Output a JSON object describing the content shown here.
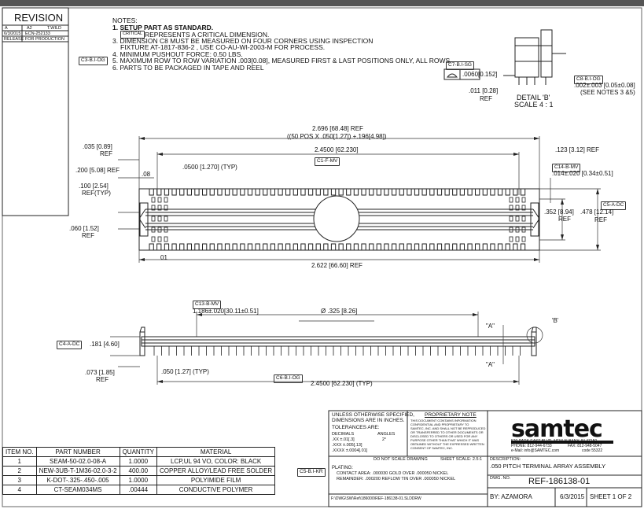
{
  "revision": {
    "title": "REVISION",
    "col_a": "A",
    "col_rev": "A2",
    "col_by": "T.WILD",
    "date": "6/3/2015",
    "ecn": "ECN-252133",
    "desc": "RELEASE FOR PRODUCTION"
  },
  "notes": {
    "title": "NOTES:",
    "items": [
      "1. SETUP PART AS STANDARD.",
      "REPRESENTS A CRITICAL DIMENSION.",
      "3. DIMENSION C8 MUST BE MEASURED ON FOUR CORNERS USING INSPECTION",
      "FIXTURE AT-1817-836-2 , USE CO-AU-WI-2003-M FOR PROCESS.",
      "4. MINIMUM PUSHOUT FORCE: 0.50 LBS.",
      "5. MAXIMUM ROW TO ROW VARIATION .003[0.08], MEASURED FIRST & LAST POSITIONS ONLY, ALL ROWS.",
      "6. PARTS TO BE PACKAGED IN TAPE AND REEL"
    ],
    "crit_tag": "CRITICAL",
    "c3_tag": "C3-B.I-OG"
  },
  "detail": {
    "c7_tag": "C7-B.I-SG",
    "flatness": ".0060[0.152]",
    "dim_011": ".011 [0.28]",
    "ref": "REF",
    "c8_tag": "C8-B.I-OG",
    "c8_dim": ".002±.003 [0.05±0.08]",
    "c8_note": "(SEE NOTES 3 &5)",
    "title": "DETAIL 'B'",
    "scale": "SCALE 4 : 1"
  },
  "top_view": {
    "overall": "2.696 [68.48] REF",
    "pos": "((50 POS X .050[1.27]) +.196[4.98])",
    "row_len": "2.4500 [62.230]",
    "c1_tag": "C1-F-MV",
    "d035": ".035 [0.89]",
    "ref": "REF",
    "d123": ".123 [3.12]  REF",
    "d200": ".200 [5.08] REF",
    "d08": ".08",
    "pitch": ".0500 [1.270]  (TYP)",
    "c14_tag": "C14-B-MV",
    "c14_dim": ".014±.020 [0.34±0.51]",
    "d100": ".100 [2.54]",
    "reftyp": "REF(TYP)",
    "c5_tag": "C5-A-DC",
    "d352": ".352 [8.94]",
    "d478": ".478 [12.14]",
    "d060": ".060 [1.52]",
    "d01": "01",
    "bottom": "2.622 [66.60]  REF"
  },
  "side_view": {
    "c13_tag": "C13-B-MV",
    "d1186": "1.186±.020[30.11±0.51]",
    "dia": "Ø .325 [8.26]",
    "mark_a": "\"A\"",
    "mark_b": "'B'",
    "c4_tag": "C4-A-DC",
    "d181": ".181 [4.60]",
    "d073": ".073 [1.85]",
    "ref": "REF",
    "d050": ".050 [1.27]  (TYP)",
    "c6_tag": "C6-B.I-OG",
    "row_len": "2.4500 [62.230]  (TYP)"
  },
  "tolerance": {
    "l1": "UNLESS OTHERWISE SPECIFIED,",
    "l2": "DIMENSIONS ARE IN INCHES.",
    "l3": "TOLERANCES ARE:",
    "decimals": "DECIMALS",
    "angles": "ANGLES",
    "xx": ".XX ±.01[.3]",
    "xxx": ".XXX ±.005[.13]",
    "xxxx": ".XXXX ±.0004[.01]",
    "ang": "2°"
  },
  "proprietary": {
    "title": "PROPRIETARY NOTE",
    "lines": [
      "THIS DOCUMENT CONTAINS INFORMATION",
      "CONFIDENTIAL AND PROPRIETARY TO",
      "SAMTEC, INC. AND SHALL NOT BE REPRODUCED",
      "OR TRANSFERRED TO OTHER DOCUMENTS OR",
      "DISCLOSED TO OTHERS OR USED FOR ANY",
      "PURPOSE OTHER THAN THAT WHICH IT WAS",
      "OBTAINED WITHOUT THE EXPRESSED WRITTEN",
      "CONSENT OF SAMTEC, INC."
    ]
  },
  "company": {
    "logo": "samtec",
    "address": "520 PARK EAST BLVD, NEW ALBANY, IN 47150",
    "phone": "PHONE: 812-944-6733",
    "fax": "FAX: 812-948-5047",
    "email": "e-Mail: info@SAMTEC.com",
    "code": "code 55322"
  },
  "title_block": {
    "no_scale": "DO NOT SCALE DRAWING",
    "sheet_scale": "SHEET SCALE: 2.5:1",
    "desc_label": "DESCRIPTION:",
    "desc": ".050 PITCH TERMINAL ARRAY ASSEMBLY",
    "dwg_label": "DWG. NO.",
    "dwg_no": "REF-186138-01",
    "by": "BY: AZAMORA",
    "date": "6/3/2015",
    "sheet": "SHEET 1  OF  2",
    "plating_label": "PLATING:",
    "plating1": "CONTACT AREA: .000030 GOLD OVER .000050 NICKEL",
    "plating2": "REMAINDER: .000200 REFLOW TIN OVER .000050 NICKEL",
    "c5_tag": "C5-B.I-KR",
    "path": "F:\\DWG\\SW\\Ref\\186000\\REF-186138-01.SLDDRW"
  },
  "bom": {
    "headers": [
      "ITEM NO.",
      "PART NUMBER",
      "QUANTITY",
      "MATERIAL"
    ],
    "rows": [
      [
        "1",
        "SEAM-50-02.0-08-A",
        "1.0000",
        "LCP,UL 94 VO, COLOR: BLACK"
      ],
      [
        "2",
        "NEW-3UB-T-1M36-02.0-3-2",
        "400.00",
        "COPPER ALLOY/LEAD FREE SOLDER"
      ],
      [
        "3",
        "K-DOT-.325-.450-.005",
        "1.0000",
        "POLYIMIDE FILM"
      ],
      [
        "4",
        "CT-SEAM034MS",
        ".00444",
        "CONDUCTIVE POLYMER"
      ]
    ]
  }
}
